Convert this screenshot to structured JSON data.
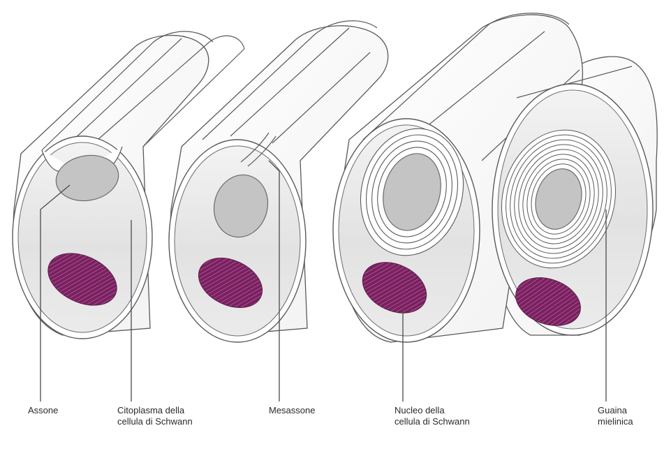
{
  "labels": {
    "assone": "Assone",
    "citoplasma": {
      "line1": "Citoplasma della",
      "line2": "cellula di Schwann"
    },
    "mesassone": "Mesassone",
    "nucleo": {
      "line1": "Nucleo della",
      "line2": "cellula di Schwann"
    },
    "guaina": {
      "line1": "Guaina",
      "line2": "mielinica"
    }
  },
  "colors": {
    "outline": "#5a5a5a",
    "cytoplasm": "#e6e6e6",
    "axon": "#c4c4c4",
    "nucleus": "#7a2060",
    "nucleus_stripes": "#b46aa0",
    "background": "#ffffff"
  },
  "stages": [
    {
      "name": "stage-1",
      "myelin_wraps": 0
    },
    {
      "name": "stage-2",
      "myelin_wraps": 0
    },
    {
      "name": "stage-3",
      "myelin_wraps": 3
    },
    {
      "name": "stage-4",
      "myelin_wraps": 7
    }
  ]
}
